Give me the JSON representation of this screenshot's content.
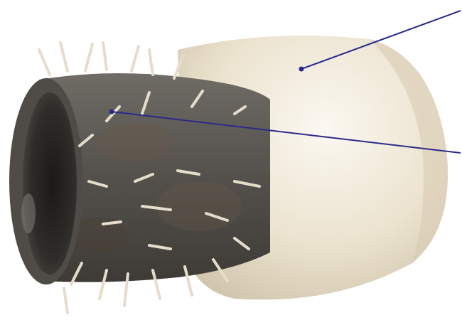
{
  "image": {
    "subject": "pipe-with-insulation-wrap",
    "colors": {
      "background": "#ffffff",
      "insulation": "#ece3cf",
      "insulation_shadow": "#cbbfa6",
      "pipe_metal": "#5a5a58",
      "pipe_dark": "#2b2a28",
      "rust": "#6b5a4a",
      "fiber": "#e6dccb",
      "leader_line": "#2a2a8a"
    }
  },
  "leaders": [
    {
      "name": "leader-line-insulation"
    },
    {
      "name": "leader-line-pipe-surface"
    }
  ]
}
